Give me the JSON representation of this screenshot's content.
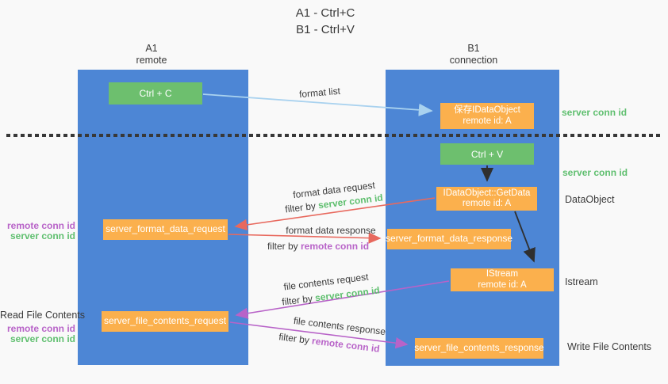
{
  "title": {
    "line1": "A1 - Ctrl+C",
    "line2": "B1 - Ctrl+V"
  },
  "lifelines": {
    "a1": {
      "name": "A1",
      "subtitle": "remote"
    },
    "b1": {
      "name": "B1",
      "subtitle": "connection"
    }
  },
  "nodes": {
    "ctrl_c": {
      "label": "Ctrl + C"
    },
    "ctrl_v": {
      "label": "Ctrl + V"
    },
    "save_idataobject": {
      "line1": "保存IDataObject",
      "line2": "remote id: A"
    },
    "idataobject_getdata": {
      "line1": "IDataObject::GetData",
      "line2": "remote id: A"
    },
    "istream": {
      "line1": "IStream",
      "line2": "remote id: A"
    },
    "server_format_data_request": {
      "label": "server_format_data_request"
    },
    "server_format_data_response": {
      "label": "server_format_data_response"
    },
    "server_file_contents_request": {
      "label": "server_file_contents_request"
    },
    "server_file_contents_response": {
      "label": "server_file_contents_response"
    }
  },
  "arrow_labels": {
    "format_list": "format list",
    "format_data_request": "format data request",
    "format_data_response": "format data response",
    "file_contents_request": "file contents request",
    "file_contents_response": "file contents response",
    "filter_by": "filter by",
    "server_conn_id": "server conn id",
    "remote_conn_id": "remote conn id"
  },
  "side_labels": {
    "server_conn_id": "server conn id",
    "remote_conn_id": "remote conn id",
    "dataobject": "DataObject",
    "istream": "Istream",
    "read_file_contents": "Read File Contents",
    "write_file_contents": "Write File Contents"
  },
  "colors": {
    "background": "#f9f9f9",
    "lifeline_blue": "#4d86d5",
    "node_green": "#6dbf6e",
    "node_orange": "#fbb04d",
    "arrow_lightblue": "#a9d2ef",
    "arrow_red": "#e8695e",
    "arrow_purple": "#b863c8",
    "arrow_black": "#2f2f2f",
    "text_green": "#5fbf6f",
    "text_purple": "#b863c8",
    "text_dark": "#3a3a3a"
  }
}
